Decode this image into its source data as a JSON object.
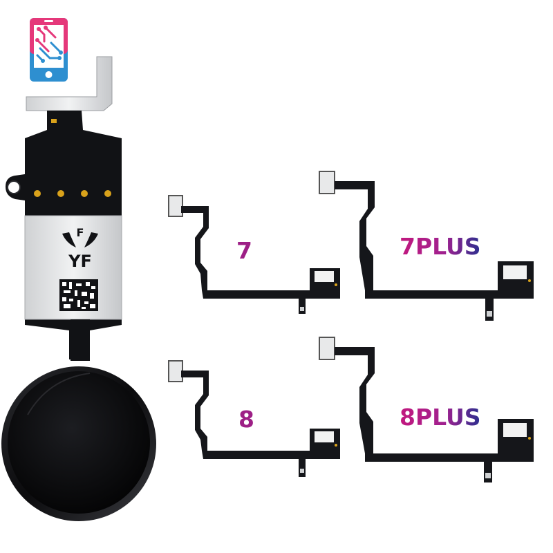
{
  "product": {
    "board_marking": "YF"
  },
  "models": [
    {
      "id": "7",
      "label": "7"
    },
    {
      "id": "7plus",
      "label": "7PLUS"
    },
    {
      "id": "8",
      "label": "8"
    },
    {
      "id": "8plus",
      "label": "8PLUS"
    }
  ],
  "colors": {
    "logo_pink": "#e5387a",
    "logo_blue": "#2e8fd0",
    "flex_dark": "#15161a",
    "label_magenta": "#c2187e",
    "label_navy": "#2a2f8f"
  },
  "icons": [
    "phone-circuit-logo-icon",
    "home-button-icon",
    "data-matrix-code-icon",
    "yf-brand-logo-icon"
  ]
}
